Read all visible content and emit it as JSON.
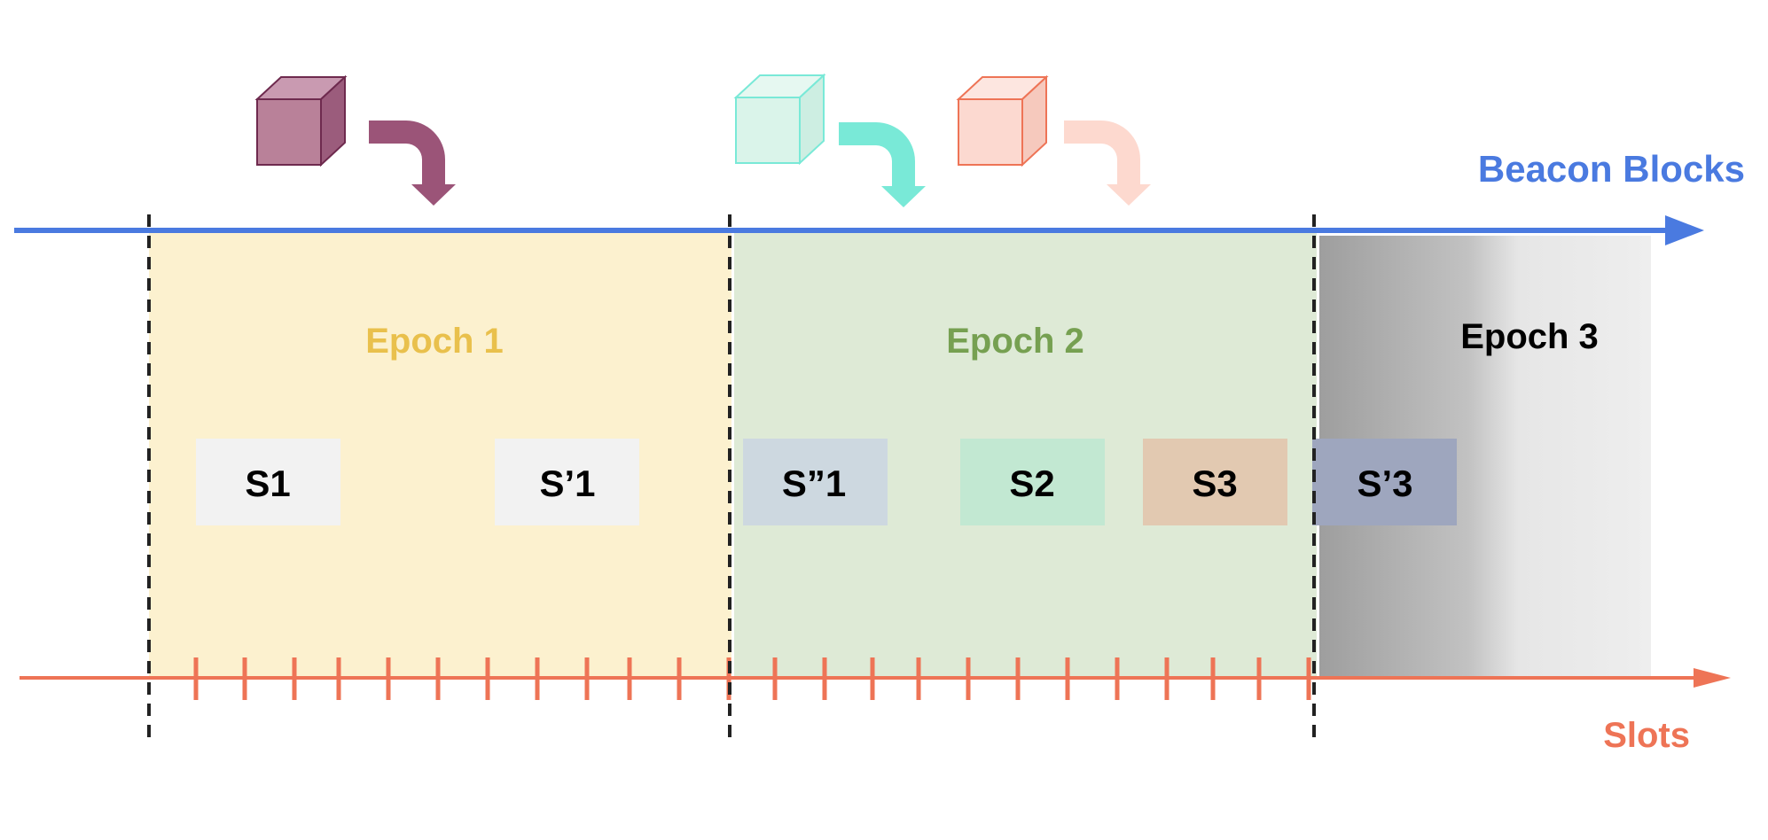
{
  "axes": {
    "blocks_label": "Beacon Blocks",
    "slots_label": "Slots"
  },
  "epochs": [
    {
      "label": "Epoch 1"
    },
    {
      "label": "Epoch 2"
    },
    {
      "label": "Epoch 3"
    }
  ],
  "states": [
    {
      "label": "S1"
    },
    {
      "label": "S’1"
    },
    {
      "label": "S”1"
    },
    {
      "label": "S2"
    },
    {
      "label": "S3"
    },
    {
      "label": "S’3"
    }
  ],
  "colors": {
    "blocks_axis": "#4a7ae0",
    "slots_axis": "#ee7456",
    "epoch1_fill": "#fcf1cf",
    "epoch1_text": "#e9c04c",
    "epoch2_fill": "#deead6",
    "epoch2_text": "#76a051",
    "epoch3_text": "#000000",
    "block1": "#b98199",
    "block2": "#daf4ea",
    "block3": "#fcd9d0",
    "arrow1": "#9b5478",
    "arrow2": "#79e9d7",
    "arrow3": "#fdd9cf"
  },
  "icons": [
    "block-cube-icon",
    "curved-arrow-icon"
  ]
}
